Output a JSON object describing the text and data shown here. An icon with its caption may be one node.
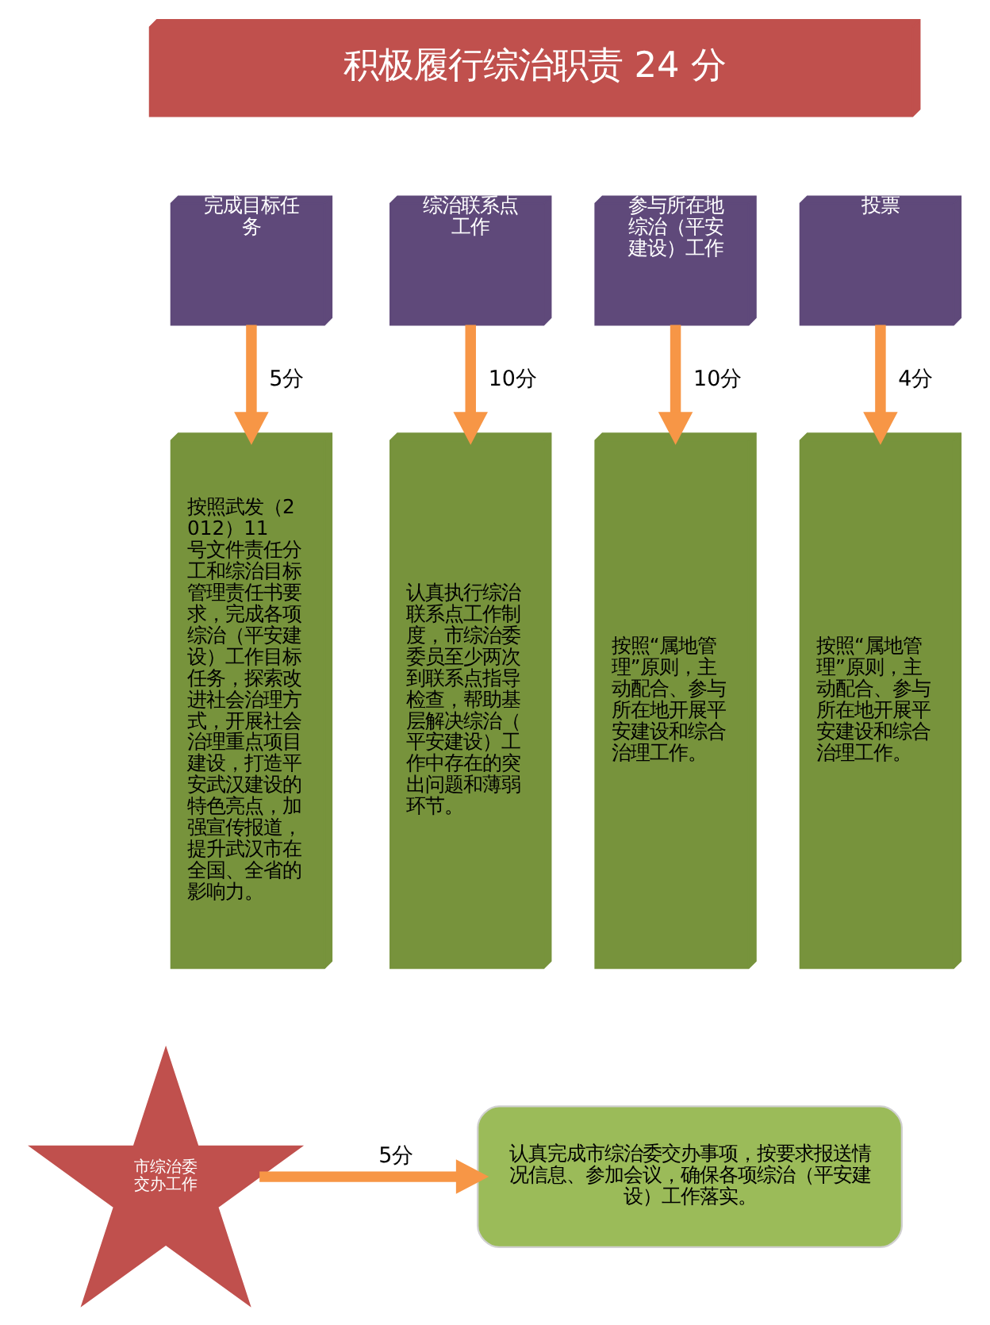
{
  "diagram": {
    "nodes": [
      {
        "text": [
          "积极履行综治职责 24 分"
        ]
      },
      {
        "text": [
          "完成目标任务"
        ]
      },
      {
        "text": [
          "综治联系点工作"
        ]
      },
      {
        "text": [
          "参与所在地综治（平安建设）工作"
        ]
      },
      {
        "text": [
          "投票"
        ]
      },
      {
        "text": [
          "按照武发（2012）11号文件责任分工和综治目标管理责任书要求，完成各项综治（平安建设）工作目标任务，探索改进社会治理方式，开展社会治理重点项目建设，打造平安武汉建设的特色亮点，加强宣传报道，提升武汉市在全国、全省的影响力。"
        ]
      },
      {
        "text": [
          "认真执行综治联系点工作制度，市综治委委员至少两次到联系点指导检查，帮助基层解决综治（平安建设）工作中存在的突出问题和薄弱环节。"
        ]
      },
      {
        "text": [
          "按照“属地管理”原则，主动配合、参与所在地开展平安建设和综合治理工作。"
        ]
      },
      {
        "text": [
          "按照“属地管理”原则，主动配合、参与所在地开展平安建设和综合治理工作。"
        ]
      },
      {
        "text": [
          "市综治委交办工作"
        ]
      },
      {
        "text": [
          "认真完成市综治委交办事项，按要求报送情况信息、参加会议，确保各项综治（平安建设）工作落实。"
        ]
      }
    ],
    "edges": [
      {
        "from": 1,
        "to": 5,
        "arrow": "to",
        "label": "5分"
      },
      {
        "from": 2,
        "to": 6,
        "arrow": "to",
        "label": "10分"
      },
      {
        "from": 3,
        "to": 7,
        "arrow": "to",
        "label": "10分"
      },
      {
        "from": 4,
        "to": 8,
        "arrow": "to",
        "label": "4分"
      },
      {
        "from": 9,
        "to": 10,
        "arrow": "to",
        "label": "5分"
      }
    ]
  }
}
